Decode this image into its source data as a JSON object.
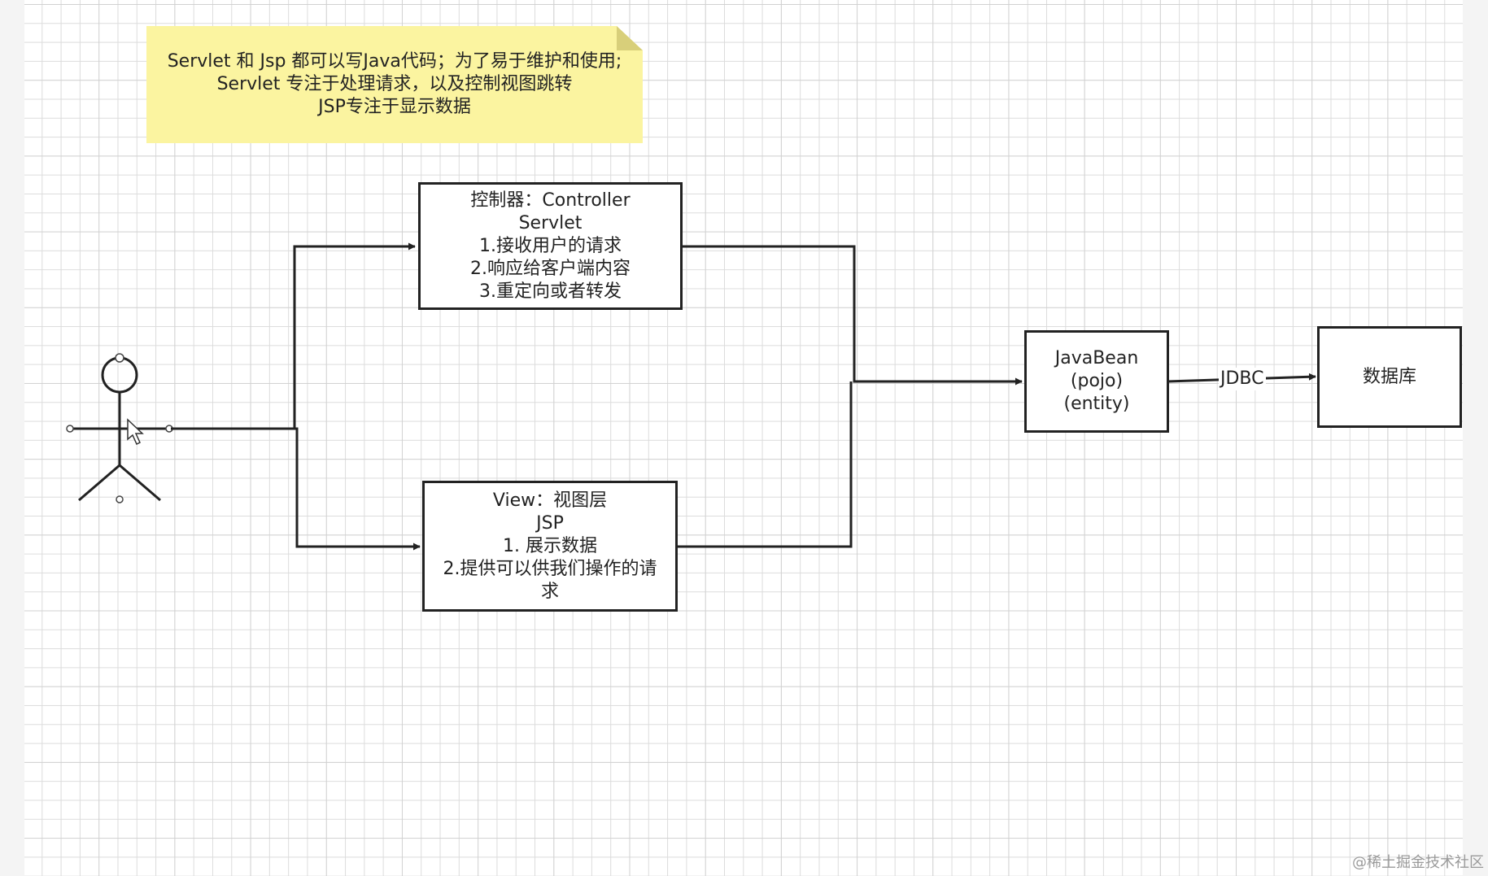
{
  "note": {
    "lines": [
      "Servlet 和 Jsp  都可以写Java代码；为了易于维护和使用;",
      "Servlet 专注于处理请求，以及控制视图跳转",
      "JSP专注于显示数据"
    ]
  },
  "controller": {
    "lines": [
      "控制器：Controller",
      "Servlet",
      "1.接收用户的请求",
      "2.响应给客户端内容",
      "3.重定向或者转发"
    ]
  },
  "view": {
    "lines": [
      "View：视图层",
      "JSP",
      "1. 展示数据",
      "2.提供可以供我们操作的请",
      "求"
    ]
  },
  "javabean": {
    "lines": [
      "JavaBean",
      "(pojo)",
      "(entity)"
    ]
  },
  "jdbc_label": "JDBC",
  "database": {
    "label": "数据库"
  },
  "watermark": "@稀土掘金技术社区",
  "colors": {
    "note_bg": "#fbf4a0",
    "stroke": "#222222",
    "grid": "#dcdcdc"
  }
}
